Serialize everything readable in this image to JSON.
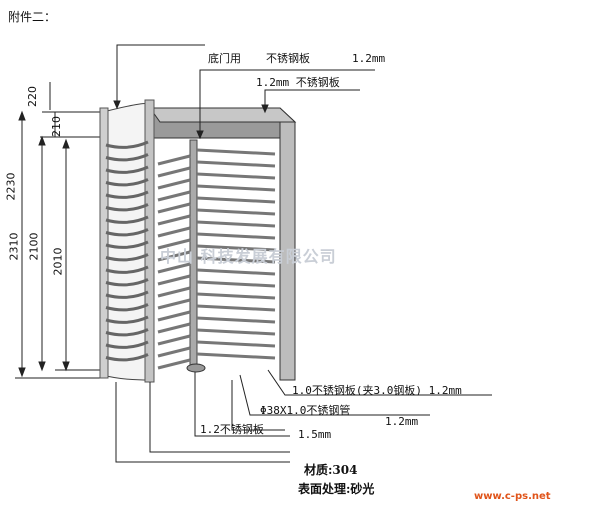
{
  "header": {
    "attachment": "附件二："
  },
  "dimensions": {
    "top_220": "220",
    "top_210": "210",
    "h_2230": "2230",
    "h_2310": "2310",
    "h_2100": "2100",
    "h_2010": "2010"
  },
  "callouts": {
    "bottom_door": "底门用",
    "bottom_door_plate": "不锈钢板",
    "bottom_door_thickness": "1.2mm",
    "top_plate": "1.2mm 不锈钢板",
    "side_plate": "1.0不锈钢板(夹3.0钢板) 1.2mm",
    "steel_tube": "Φ38X1.0不锈钢管",
    "steel_tube_thickness": "1.2mm",
    "base_plate": "1.2不锈钢板",
    "base_plate_thickness": "1.5mm"
  },
  "material": {
    "material_line": "材质:304",
    "surface_line": "表面处理:砂光"
  },
  "watermark": {
    "company": "中山            科技发展有限公司",
    "website": "www.c-ps.net"
  },
  "colors": {
    "watermark": "#d6dbe3",
    "site_blue": "#1a4fa0",
    "site_orange": "#e0541a"
  }
}
